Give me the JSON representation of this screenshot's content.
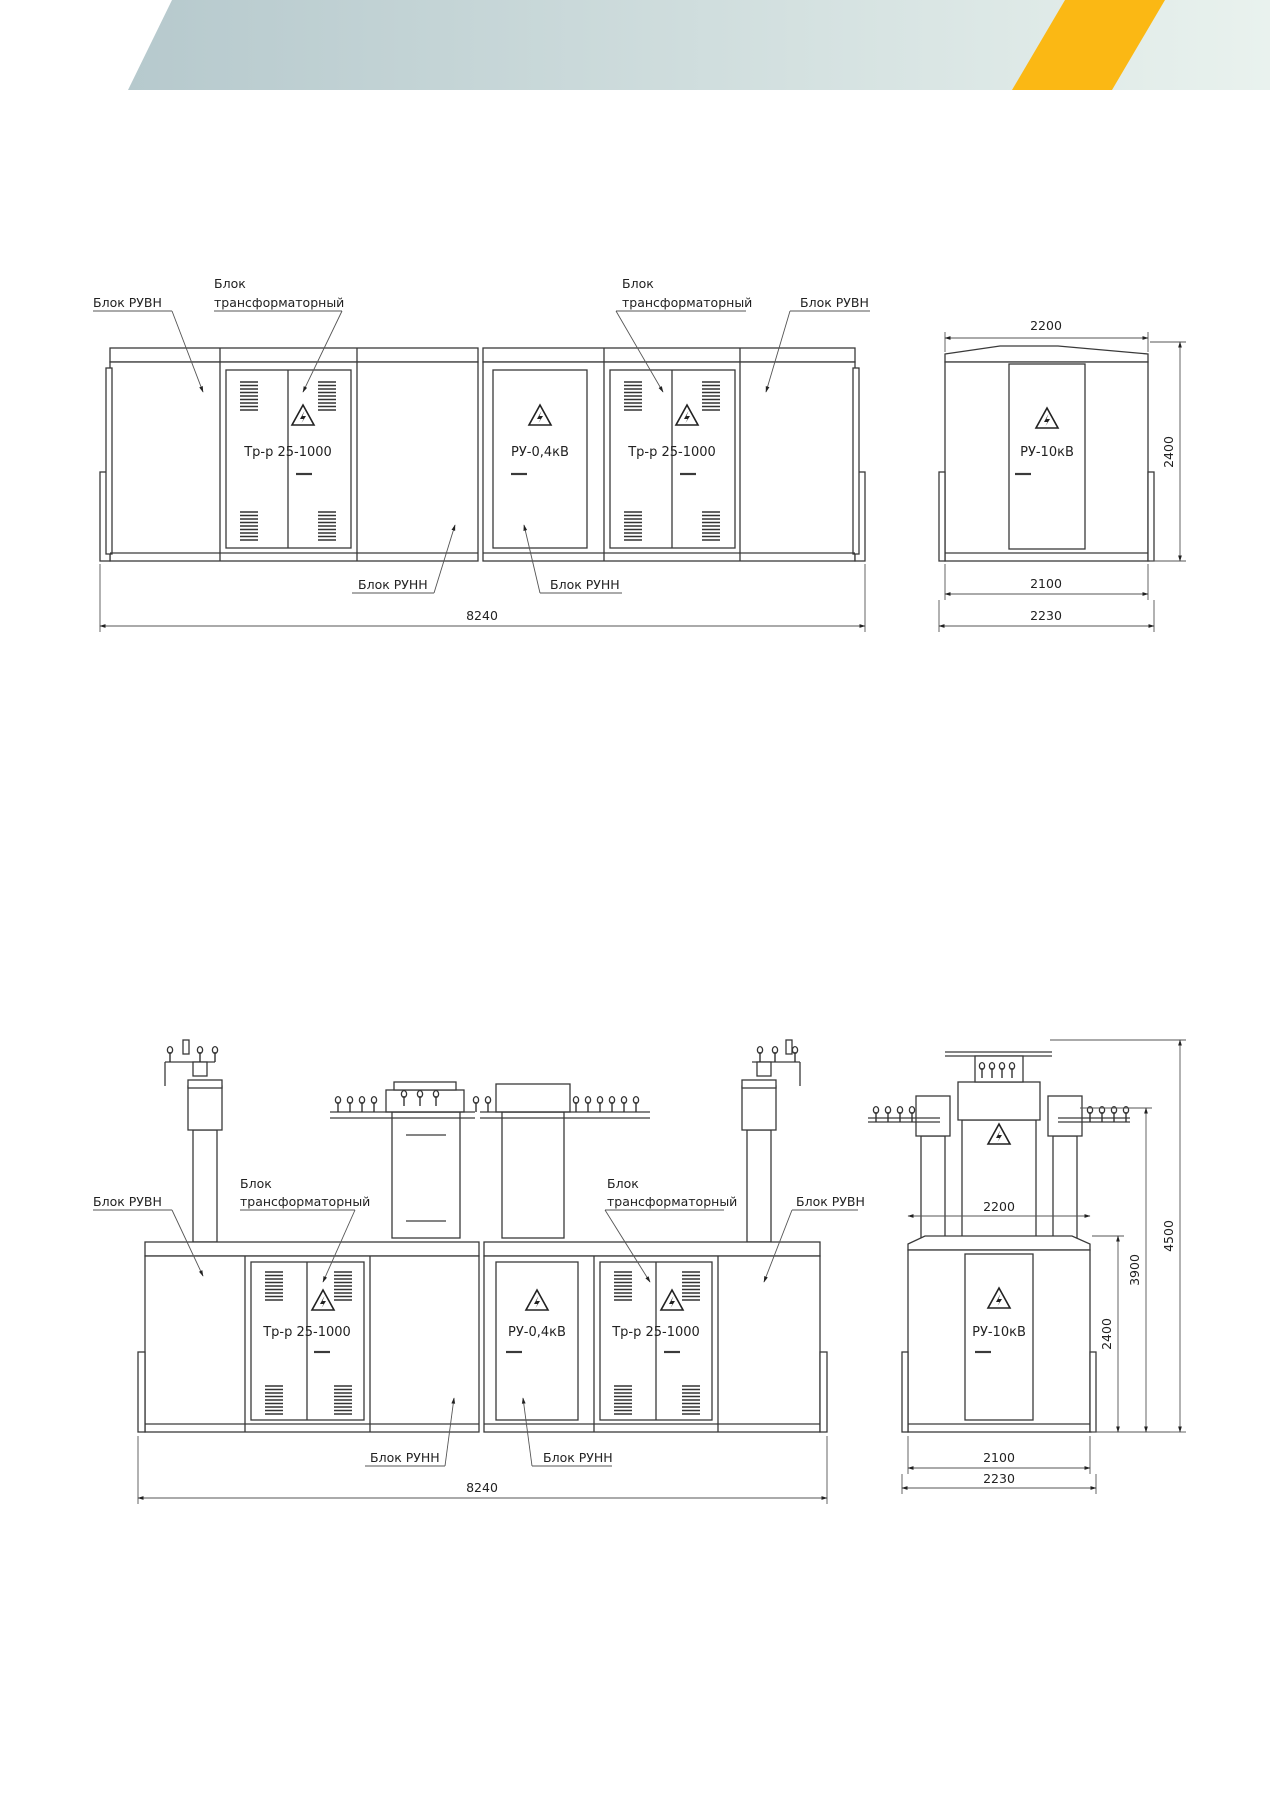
{
  "header": {
    "band_color_left": "#b6c9cd",
    "band_color_right": "#e9f2ee",
    "accent_color": "#fbb814"
  },
  "diagram_top": {
    "front_view": {
      "label_rvn_left": "Блок РУВН",
      "label_trans_left_line1": "Блок",
      "label_trans_left_line2": "трансформаторный",
      "label_trans_right_line1": "Блок",
      "label_trans_right_line2": "трансформаторный",
      "label_rvn_right": "Блок РУВН",
      "label_runn_left": "Блок РУНН",
      "label_runn_right": "Блок РУНН",
      "transformer_text": "Тр-р 25-1000",
      "switchgear_text": "РУ-0,4кВ",
      "overall_width": "8240"
    },
    "side_view": {
      "top_width": "2200",
      "height": "2400",
      "panel_text": "РУ-10кВ",
      "base_width": "2100",
      "overall_width": "2230"
    }
  },
  "diagram_bottom": {
    "front_view": {
      "label_rvn_left": "Блок РУВН",
      "label_trans_left_line1": "Блок",
      "label_trans_left_line2": "трансформаторный",
      "label_trans_right_line1": "Блок",
      "label_trans_right_line2": "трансформаторный",
      "label_rvn_right": "Блок РУВН",
      "label_runn_left": "Блок РУНН",
      "label_runn_right": "Блок РУНН",
      "transformer_text": "Тр-р 25-1000",
      "switchgear_text": "РУ-0,4кВ",
      "overall_width": "8240"
    },
    "side_view": {
      "top_width": "2200",
      "height_block": "2400",
      "height_mid": "3900",
      "height_total": "4500",
      "panel_text": "РУ-10кВ",
      "base_width": "2100",
      "overall_width": "2230"
    }
  },
  "icons": {
    "warning": "high-voltage-warning-icon"
  }
}
